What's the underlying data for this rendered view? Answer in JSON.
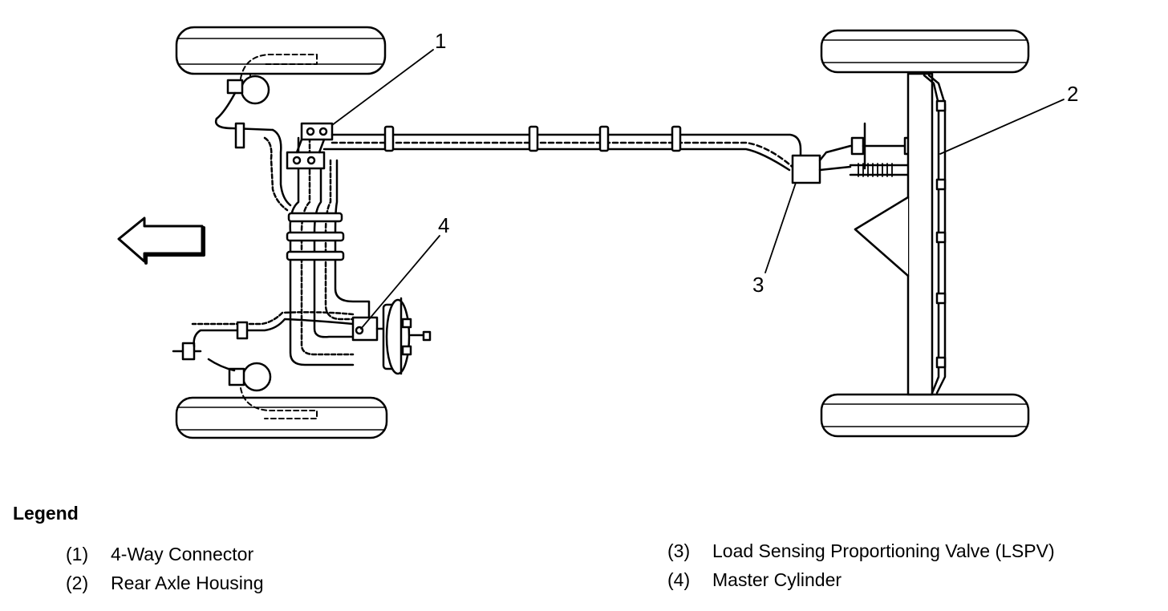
{
  "callouts": {
    "c1": "1",
    "c2": "2",
    "c3": "3",
    "c4": "4"
  },
  "legend": {
    "title": "Legend",
    "items": [
      {
        "num": "(1)",
        "label": "4-Way Connector"
      },
      {
        "num": "(2)",
        "label": "Rear Axle Housing"
      },
      {
        "num": "(3)",
        "label": "Load Sensing Proportioning Valve (LSPV)"
      },
      {
        "num": "(4)",
        "label": "Master Cylinder"
      }
    ]
  }
}
